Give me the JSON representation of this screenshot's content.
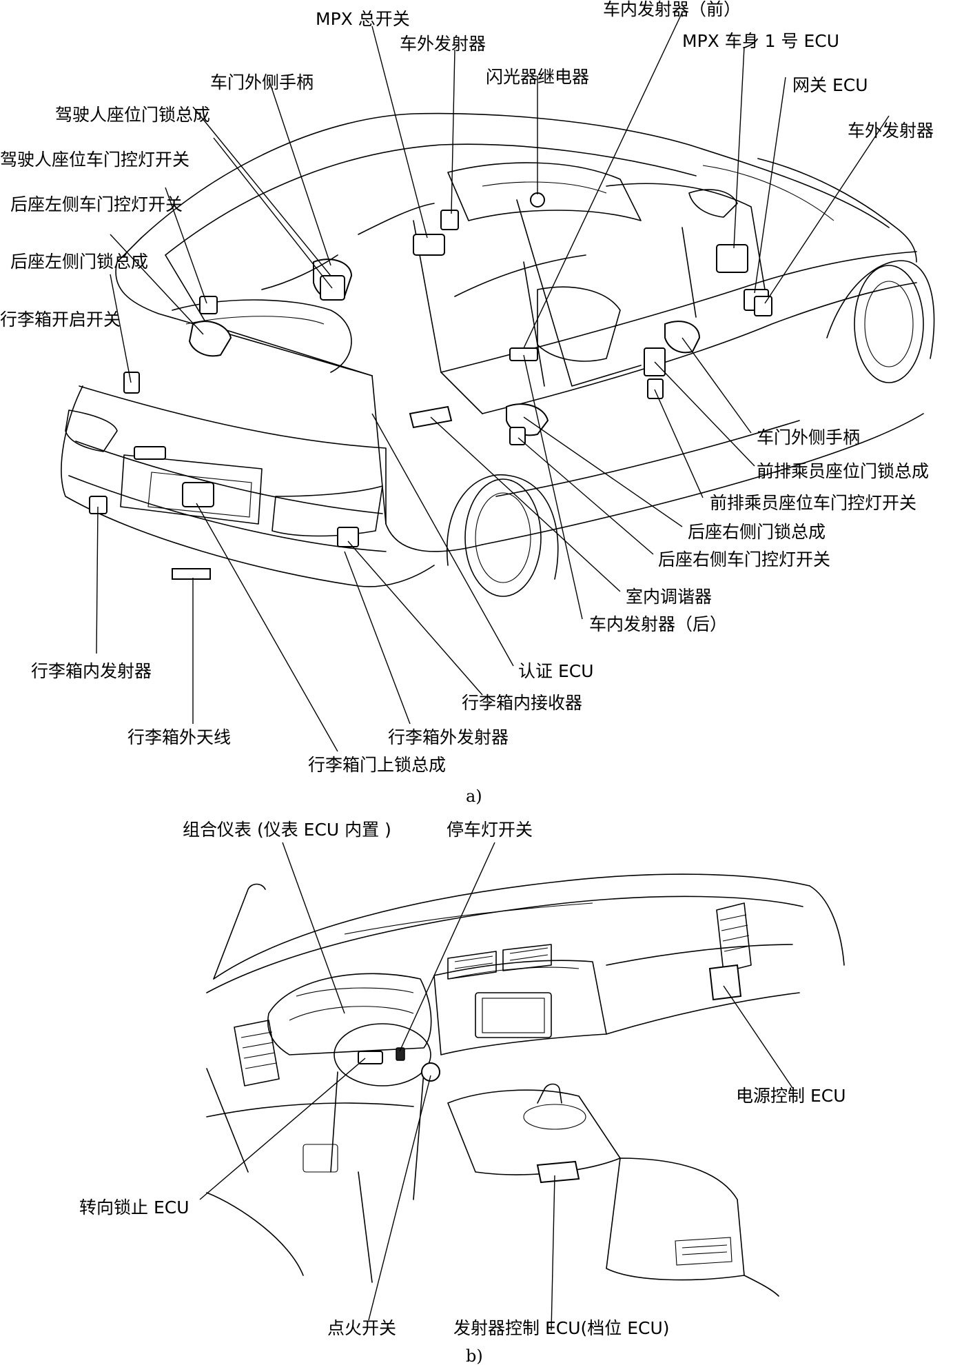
{
  "panel_a": {
    "caption": "a)",
    "labels": {
      "mpx_main_switch": "MPX 总开关",
      "inner_transmitter_front": "车内发射器（前）",
      "outer_transmitter_top": "车外发射器",
      "mpx_body_ecu": "MPX 车身 1 号 ECU",
      "flasher_relay": "闪光器继电器",
      "door_outer_handle_left": "车门外侧手柄",
      "gateway_ecu": "网关 ECU",
      "driver_door_lock": "驾驶人座位门锁总成",
      "outer_transmitter_right": "车外发射器",
      "driver_courtesy_switch": "驾驶人座位车门控灯开关",
      "rear_left_courtesy_switch": "后座左侧车门控灯开关",
      "rear_left_door_lock": "后座左侧门锁总成",
      "trunk_opener_switch": "行李箱开启开关",
      "door_outer_handle_right": "车门外侧手柄",
      "front_passenger_door_lock": "前排乘员座位门锁总成",
      "front_passenger_courtesy_switch": "前排乘员座位车门控灯开关",
      "rear_right_door_lock": "后座右侧门锁总成",
      "rear_right_courtesy_switch": "后座右侧车门控灯开关",
      "indoor_tuner": "室内调谐器",
      "inner_transmitter_rear": "车内发射器（后）",
      "trunk_inner_transmitter": "行李箱内发射器",
      "certification_ecu": "认证 ECU",
      "trunk_inner_receiver": "行李箱内接收器",
      "trunk_outer_antenna": "行李箱外天线",
      "trunk_outer_transmitter": "行李箱外发射器",
      "trunk_lid_lock": "行李箱门上锁总成"
    }
  },
  "panel_b": {
    "caption": "b)",
    "labels": {
      "combination_meter": "组合仪表 (仪表 ECU 内置 )",
      "stop_lamp_switch": "停车灯开关",
      "power_source_ecu": "电源控制 ECU",
      "steering_lock_ecu": "转向锁止 ECU",
      "ignition_switch": "点火开关",
      "transmitter_ecu": "发射器控制 ECU(档位 ECU)"
    }
  }
}
